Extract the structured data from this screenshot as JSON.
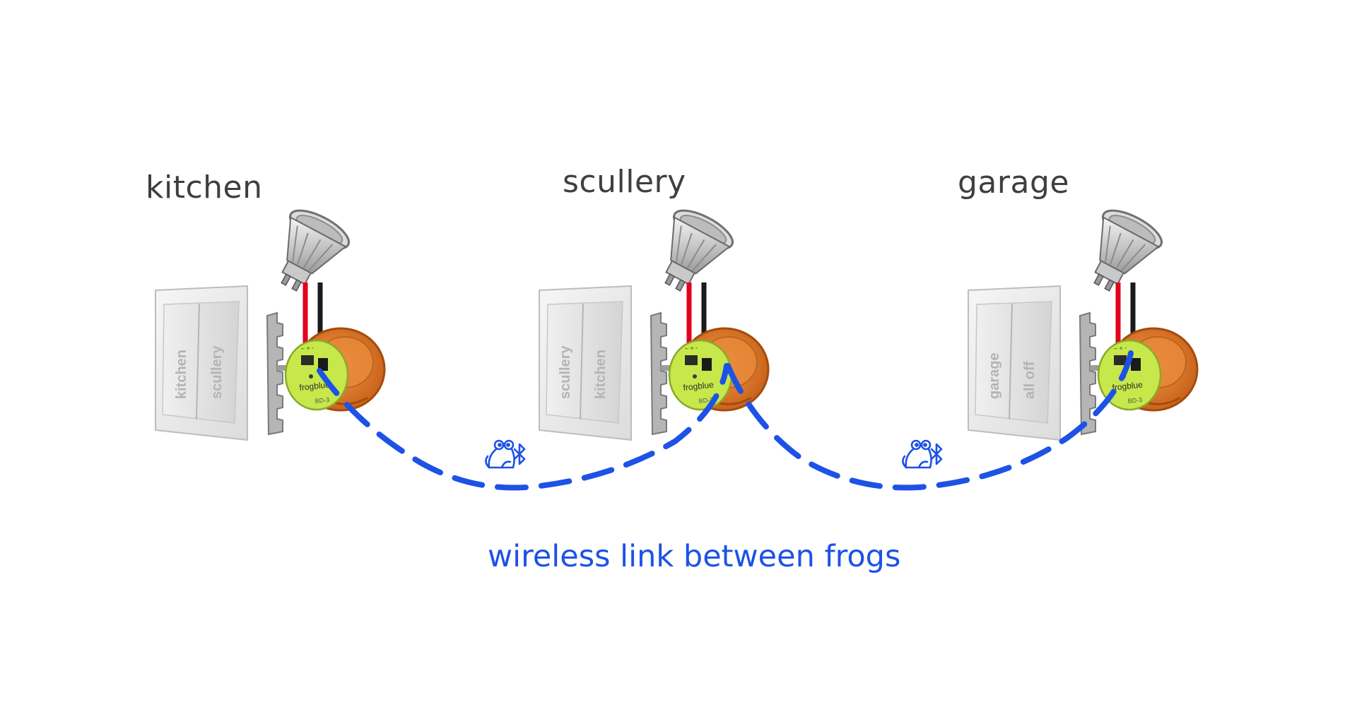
{
  "rooms": [
    {
      "name": "kitchen",
      "switch_labels": [
        "kitchen",
        "scullery"
      ]
    },
    {
      "name": "scullery",
      "switch_labels": [
        "scullery",
        "kitchen"
      ]
    },
    {
      "name": "garage",
      "switch_labels": [
        "garage",
        "all off"
      ]
    }
  ],
  "module": {
    "brand": "frogblue"
  },
  "caption": "wireless link between frogs",
  "icons": {
    "link": "frog-icon",
    "protocol": "bluetooth-icon",
    "lamp": "gu10-led-bulb-icon"
  },
  "colors": {
    "link": "#1d52e6",
    "wire_live": "#e3001b",
    "wire_neutral": "#1a1a1a",
    "box": "#e07a2a",
    "module": "#c6e84a",
    "switch_plate": "#e9e9e9",
    "title_text": "#3f3f3f"
  }
}
